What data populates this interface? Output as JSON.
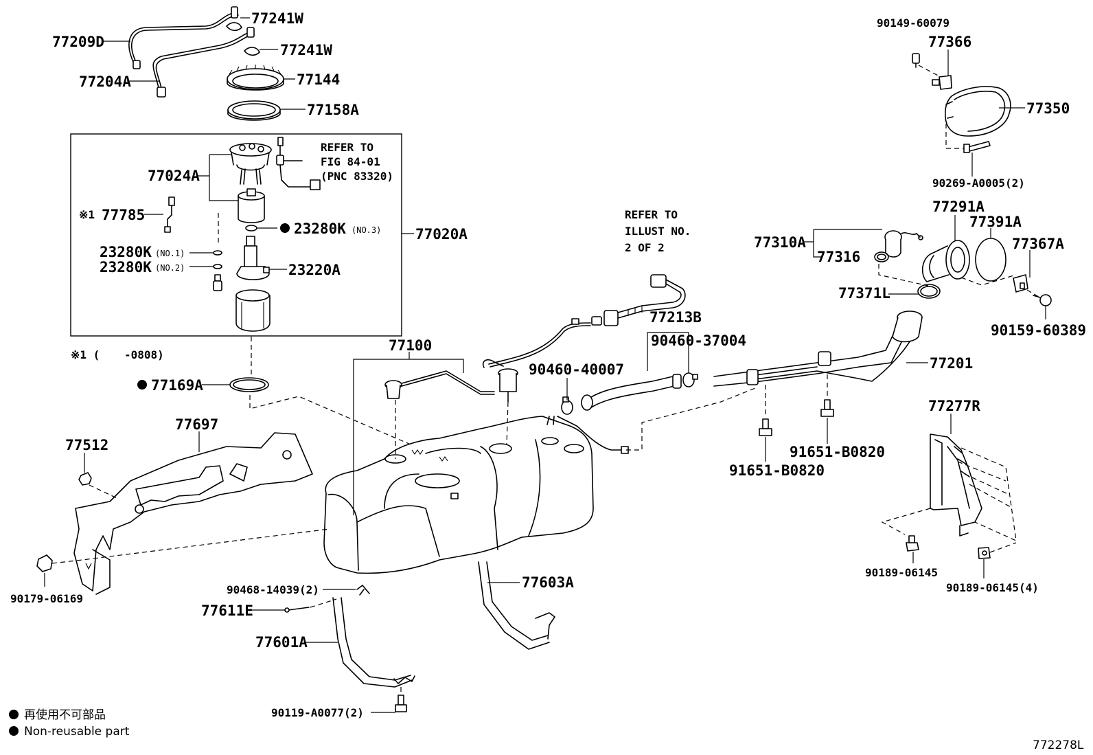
{
  "labels": {
    "p77209D": "77209D",
    "p77204A": "77204A",
    "p77241W_a": "77241W",
    "p77241W_b": "77241W",
    "p77144": "77144",
    "p77158A": "77158A",
    "p77024A": "77024A",
    "refer_fig_1": "REFER TO",
    "refer_fig_2": "FIG 84-01",
    "refer_fig_3": "(PNC 83320)",
    "p77785_mark": "※1",
    "p77785": "77785",
    "p23280K_3": "23280K",
    "no3": "(NO.3)",
    "p23280K_1": "23280K",
    "no1": "(NO.1)",
    "p23280K_2": "23280K",
    "no2": "(NO.2)",
    "p23220A": "23220A",
    "p77020A": "77020A",
    "footnote_mark": "※1 (",
    "footnote_code": "-0808)",
    "p77169A": "77169A",
    "p77100": "77100",
    "p77697": "77697",
    "p77512": "77512",
    "p90179_06169": "90179-06169",
    "p90468_14039": "90468-14039(2)",
    "p77611E": "77611E",
    "p77601A": "77601A",
    "p90119_A0077": "90119-A0077(2)",
    "p77603A": "77603A",
    "refer_illust_1": "REFER TO",
    "refer_illust_2": "ILLUST NO.",
    "refer_illust_3": "2 OF 2",
    "p90460_40007": "90460-40007",
    "p77213B": "77213B",
    "p90460_37004": "90460-37004",
    "p91651_B0820_a": "91651-B0820",
    "p91651_B0820_b": "91651-B0820",
    "p77201": "77201",
    "p77310A": "77310A",
    "p77316": "77316",
    "p77371L": "77371L",
    "p77291A": "77291A",
    "p77391A": "77391A",
    "p77367A": "77367A",
    "p90159_60389": "90159-60389",
    "p90149_60079": "90149-60079",
    "p77366": "77366",
    "p77350": "77350",
    "p90269_A0005": "90269-A0005(2)",
    "p77277R": "77277R",
    "p90189_06145_a": "90189-06145",
    "p90189_06145_b": "90189-06145(4)",
    "figure_code": "772278L"
  },
  "legend": {
    "japanese": "再使用不可部品",
    "english": "Non-reusable part"
  }
}
